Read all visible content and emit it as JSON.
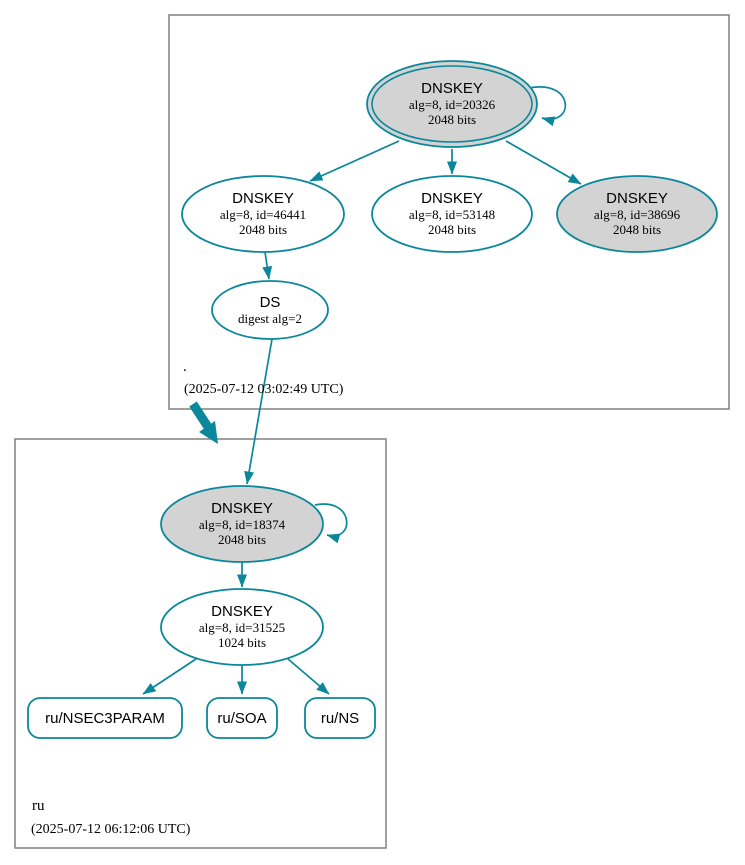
{
  "colors": {
    "secure_teal": "#0a879a",
    "key_gray_fill": "#d3d3d3",
    "cluster_border_gray": "#808080"
  },
  "root_zone": {
    "label": ".",
    "timestamp": "(2025-07-12 03:02:49 UTC)",
    "ksk": {
      "title": "DNSKEY",
      "detail": "alg=8, id=20326",
      "bits": "2048 bits"
    },
    "zsk1": {
      "title": "DNSKEY",
      "detail": "alg=8, id=46441",
      "bits": "2048 bits"
    },
    "zsk2": {
      "title": "DNSKEY",
      "detail": "alg=8, id=53148",
      "bits": "2048 bits"
    },
    "zsk3": {
      "title": "DNSKEY",
      "detail": "alg=8, id=38696",
      "bits": "2048 bits"
    },
    "ds": {
      "title": "DS",
      "detail": "digest alg=2"
    }
  },
  "ru_zone": {
    "label": "ru",
    "timestamp": "(2025-07-12 06:12:06 UTC)",
    "ksk": {
      "title": "DNSKEY",
      "detail": "alg=8, id=18374",
      "bits": "2048 bits"
    },
    "zsk": {
      "title": "DNSKEY",
      "detail": "alg=8, id=31525",
      "bits": "1024 bits"
    },
    "rrsets": [
      {
        "label": "ru/NSEC3PARAM"
      },
      {
        "label": "ru/SOA"
      },
      {
        "label": "ru/NS"
      }
    ]
  }
}
